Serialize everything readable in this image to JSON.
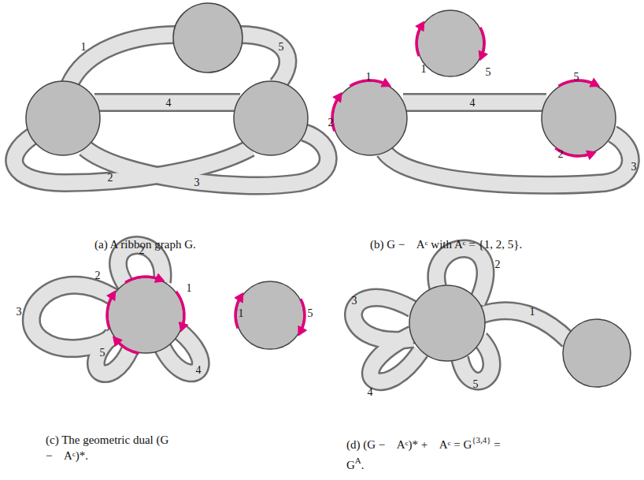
{
  "diagram": {
    "labels": [
      "1",
      "5",
      "4",
      "2",
      "3",
      "(a) A ribbon graph G.",
      "1",
      "5",
      "1",
      "2",
      "4",
      "5",
      "2",
      "3",
      "(b) G −⃗ Aᶜ with Aᶜ = {1, 2, 5}.",
      "3",
      "2",
      "2",
      "1",
      "5",
      "4",
      "1",
      "5",
      "(c) The geometric dual (G −⃗ Aᶜ)*.",
      "2",
      "3",
      "1",
      "5",
      "4",
      "(d) (G −⃗ Aᶜ)* +⃗ Aᶜ = G",
      "{3,4}",
      " = G",
      "A",
      "."
    ]
  }
}
